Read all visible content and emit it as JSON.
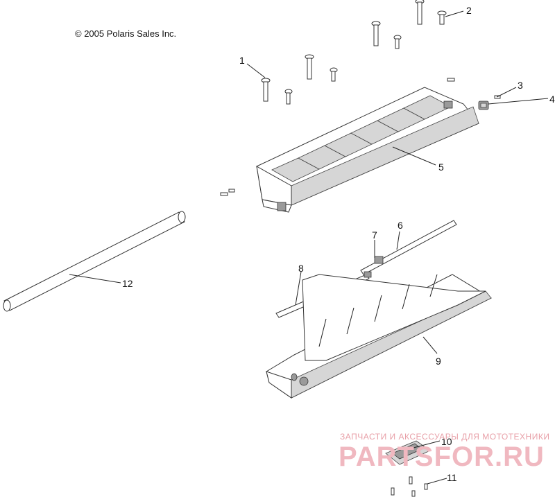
{
  "copyright": "© 2005 Polaris Sales Inc.",
  "callouts": [
    "1",
    "2",
    "3",
    "4",
    "5",
    "6",
    "7",
    "8",
    "9",
    "10",
    "11",
    "12"
  ],
  "watermark": {
    "line1": "ЗАПЧАСТИ И АКСЕССУАРЫ ДЛЯ МОТОТЕХНИКИ",
    "line2": "PARTSFOR.RU"
  }
}
